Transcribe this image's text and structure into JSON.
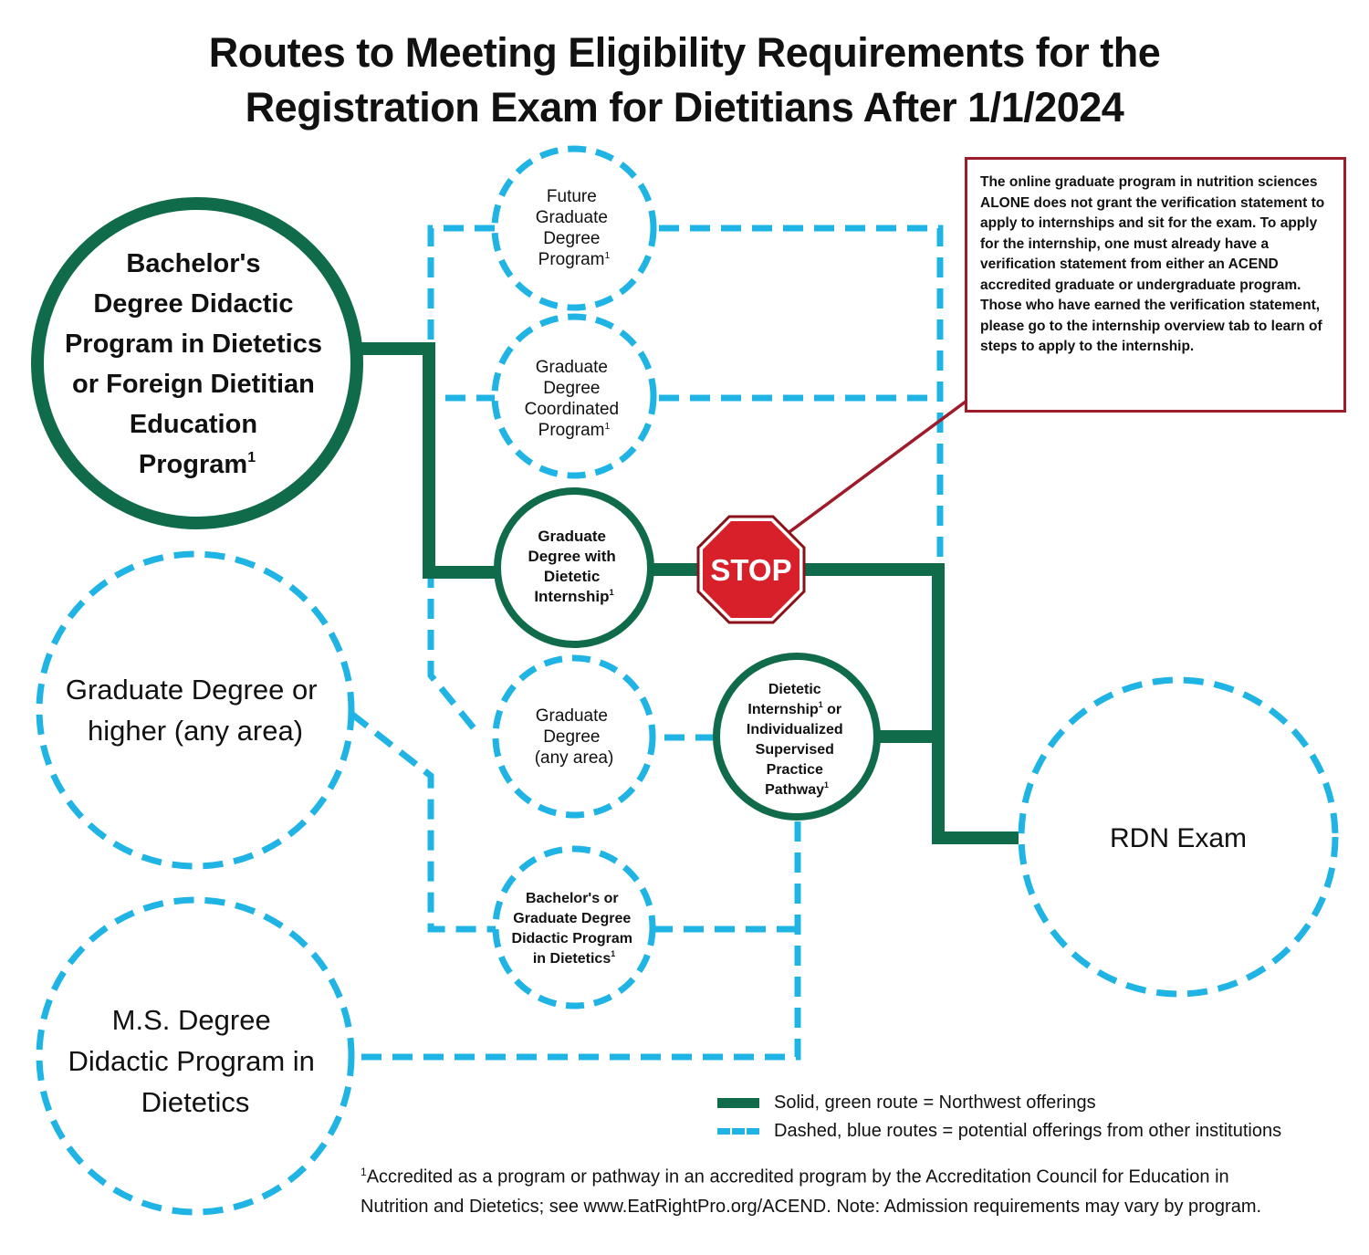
{
  "title": {
    "line1": "Routes to Meeting Eligibility Requirements for the",
    "line2": "Registration Exam for Dietitians After 1/1/2024"
  },
  "colors": {
    "green": "#0f6b4a",
    "blue": "#20b4e4",
    "stop_red": "#d8202b",
    "note_border": "#9e1b2a"
  },
  "nodes": {
    "bachelors": {
      "lines": [
        "Bachelor's",
        "Degree Didactic",
        "Program in Dietetics",
        "or Foreign Dietitian",
        "Education",
        "Program"
      ],
      "sup": "1"
    },
    "grad_any_left": {
      "lines": [
        "Graduate Degree or",
        "higher (any area)"
      ]
    },
    "ms_didactic": {
      "lines": [
        "M.S. Degree",
        "Didactic Program in",
        "Dietetics"
      ]
    },
    "future_grad": {
      "lines": [
        "Future",
        "Graduate",
        "Degree",
        "Program"
      ],
      "sup": "1"
    },
    "grad_coord": {
      "lines": [
        "Graduate",
        "Degree",
        "Coordinated",
        "Program"
      ],
      "sup": "1"
    },
    "grad_internship": {
      "lines": [
        "Graduate",
        "Degree with",
        "Dietetic",
        "Internship"
      ],
      "sup": "1"
    },
    "grad_any_mid": {
      "lines": [
        "Graduate",
        "Degree",
        "(any area)"
      ]
    },
    "bach_or_grad_didactic": {
      "lines": [
        "Bachelor's or",
        "Graduate Degree",
        "Didactic Program",
        "in Dietetics"
      ],
      "sup": "1"
    },
    "di_isp": {
      "lines": [
        "Dietetic",
        "Internship",
        "Individualized",
        "Supervised",
        "Practice",
        "Pathway"
      ],
      "line2_suffix": " or",
      "sup": "1"
    },
    "rdn_exam": {
      "lines": [
        "RDN Exam"
      ]
    }
  },
  "stop_sign": {
    "label": "STOP"
  },
  "note": {
    "text": "The online graduate program in nutrition sciences ALONE does not grant the verification statement to apply to internships and sit for the exam. To apply for the internship, one must already have a verification statement from either an ACEND accredited graduate or undergraduate program. Those who have earned the verification statement, please go to the internship overview tab to learn of steps to apply to the internship."
  },
  "legend": {
    "solid": "Solid, green route = Northwest offerings",
    "dashed": "Dashed, blue routes = potential offerings from other institutions"
  },
  "footnote": {
    "marker": "1",
    "line1": "Accredited as a program or pathway in an accredited program by the Accreditation Council for Education in",
    "line2": "Nutrition and Dietetics; see www.EatRightPro.org/ACEND. Note: Admission requirements may vary by program."
  }
}
